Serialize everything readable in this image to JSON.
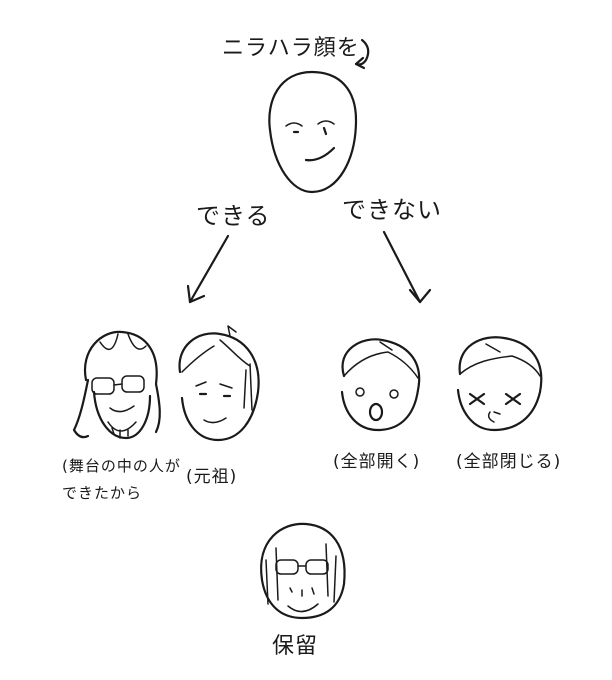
{
  "diagram": {
    "root_label": "ニラハラ顔を",
    "branch_yes_label": "できる",
    "branch_no_label": "できない",
    "characters": [
      {
        "caption_line1": "(舞台の中の人が",
        "caption_line2": "できたから"
      },
      {
        "caption": "(元祖)"
      },
      {
        "caption": "(全部開く)"
      },
      {
        "caption": "(全部閉じる)"
      },
      {
        "caption": "保留"
      }
    ]
  }
}
